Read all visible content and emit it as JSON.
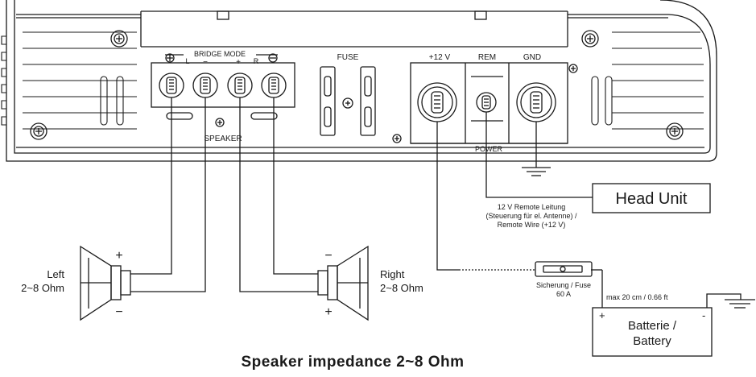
{
  "amplifier": {
    "bridge_mode": "BRIDGE MODE",
    "speaker_label": "SPEAKER",
    "terminal_marks": [
      "+",
      "L",
      "−",
      "+",
      "R",
      "−"
    ],
    "fuse_label": "FUSE",
    "power_label": "POWER",
    "plus12v_label": "+12 V",
    "rem_label": "REM",
    "gnd_label": "GND"
  },
  "remote_wire": {
    "line1": "12 V Remote Leitung",
    "line2": "(Steuerung für el. Antenne) /",
    "line3": "Remote Wire (+12 V)"
  },
  "head_unit": {
    "label": "Head Unit"
  },
  "fuse": {
    "line1": "Sicherung / Fuse",
    "line2": "60 A",
    "distance": "max 20 cm / 0.66 ft"
  },
  "battery": {
    "line1": "Batterie /",
    "line2": "Battery",
    "plus": "+",
    "minus": "-"
  },
  "speakers": {
    "left": {
      "name": "Left",
      "impedance": "2~8 Ohm",
      "top_sign": "+",
      "bottom_sign": "−"
    },
    "right": {
      "name": "Right",
      "impedance": "2~8 Ohm",
      "top_sign": "−",
      "bottom_sign": "+"
    }
  },
  "caption": "Speaker impedance 2~8 Ohm"
}
